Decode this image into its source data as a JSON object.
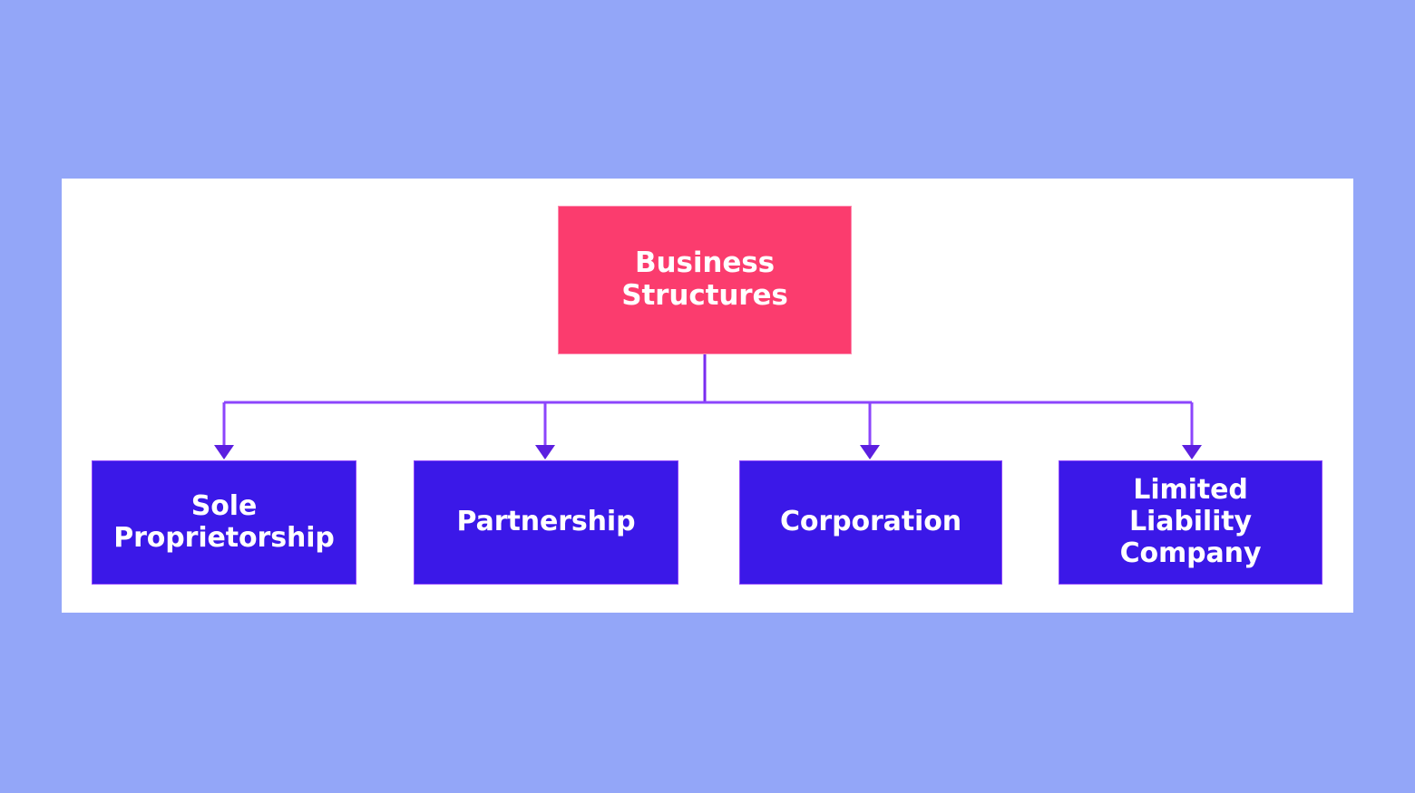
{
  "diagram": {
    "title": "Business Structures",
    "type": "organizational-hierarchy-chart",
    "canvas_background": "#ffffff",
    "page_background": "#93a6f8",
    "root": {
      "label": "Business\nStructures",
      "fill": "#fb3c6e",
      "border": "#fe8bb0",
      "text_color": "#ffffff"
    },
    "children": [
      {
        "label": "Sole\nProprietorship",
        "fill": "#3b18e8",
        "border": "#8c45fc",
        "text_color": "#ffffff"
      },
      {
        "label": "Partnership",
        "fill": "#3b18e8",
        "border": "#8c45fc",
        "text_color": "#ffffff"
      },
      {
        "label": "Corporation",
        "fill": "#3b18e8",
        "border": "#8c45fc",
        "text_color": "#ffffff"
      },
      {
        "label": "Limited Liability\nCompany",
        "fill": "#3b18e8",
        "border": "#8c45fc",
        "text_color": "#ffffff"
      }
    ],
    "connectors": {
      "stem_color": "#7a2bf0",
      "bus_color": "#8c45fc",
      "branch_color": "#8c45fc",
      "arrowhead_color": "#5b1fe0",
      "line_width": 3,
      "style": "orthogonal-elbow-with-arrowheads"
    }
  }
}
